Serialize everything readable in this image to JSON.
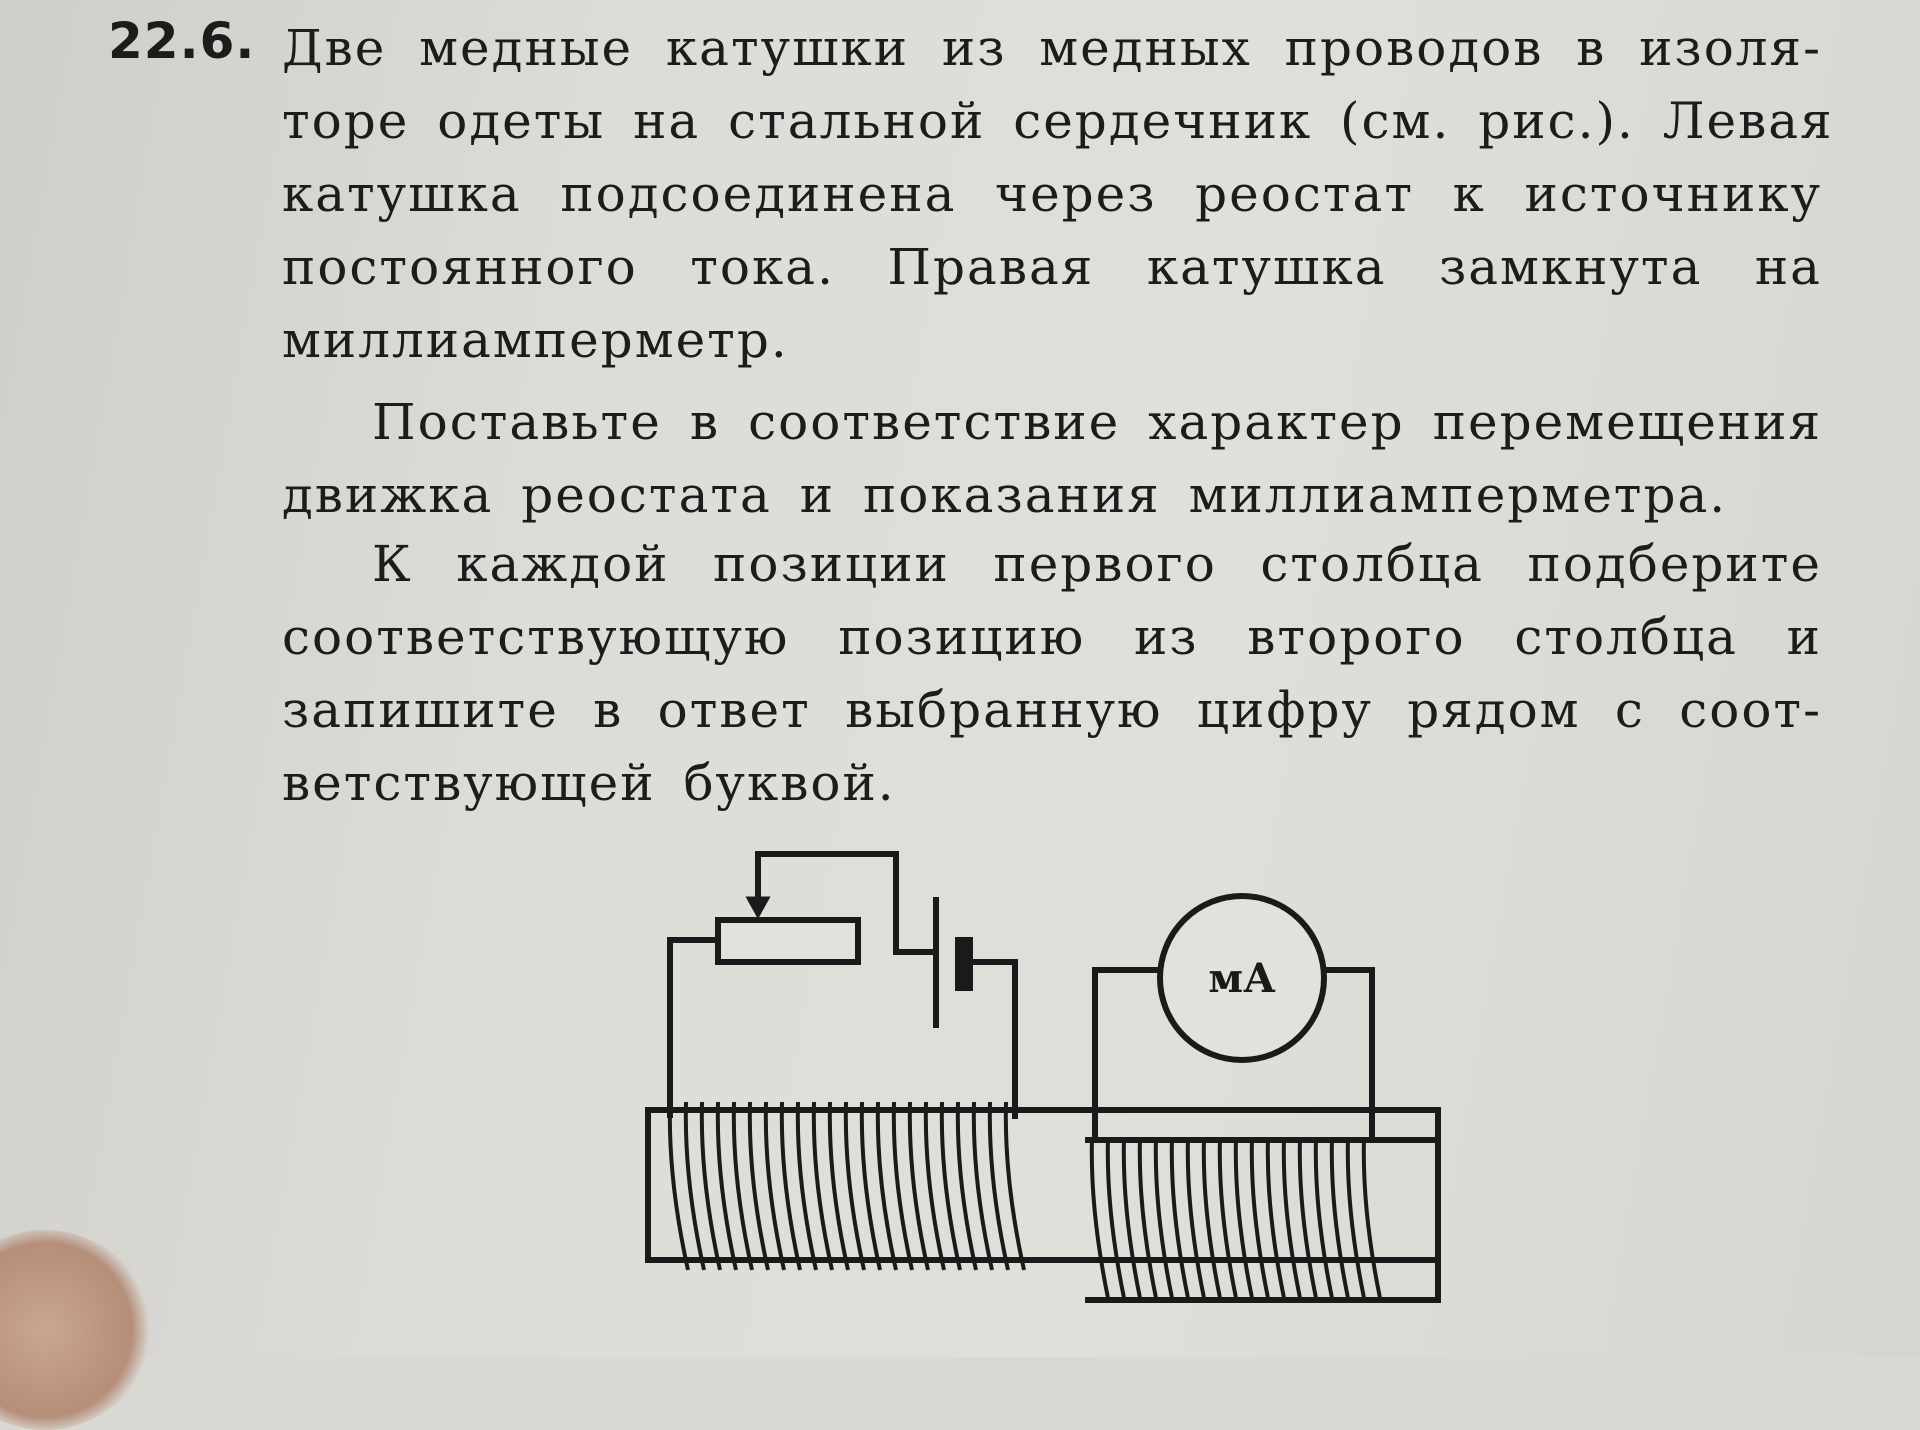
{
  "problem": {
    "number": "22.6.",
    "paragraph1": [
      "Две медные катушки из медных проводов в изоля-",
      "торе одеты на стальной сердечник (см. рис.). Левая",
      "катушка подсоединена через реостат к источнику",
      "постоянного тока. Правая катушка замкнута на",
      "миллиамперметр."
    ],
    "paragraph2": [
      "Поставьте в соответствие характер перемещения",
      "движка реостата и показания миллиамперметра."
    ],
    "paragraph3": [
      "К каждой позиции первого столбца подберите",
      "соответствующую позицию из второго столбца и",
      "запишите в ответ выбранную цифру рядом с соот-",
      "ветствующей буквой."
    ]
  },
  "figure": {
    "meter_label": "мА"
  }
}
